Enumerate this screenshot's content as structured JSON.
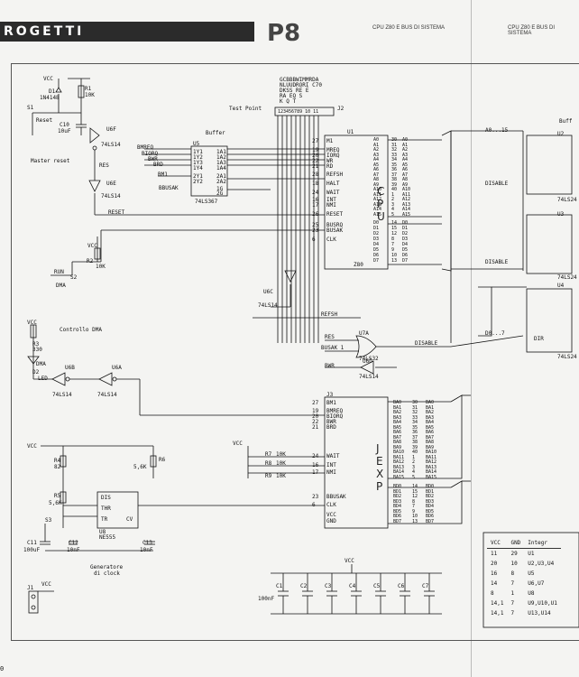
{
  "header": {
    "section": "ROGETTI",
    "page": "P8",
    "running_left": "CPU Z80 E BUS DI SISTEMA",
    "running_right": "CPU Z80 E BUS DI SISTEMA"
  },
  "labels": {
    "vcc": "VCC",
    "d1": "D1",
    "d1_part": "1N4148",
    "r1": "R1",
    "r1_val": "10K",
    "s1": "S1",
    "reset_sw": "Reset",
    "c10": "C10",
    "c10_val": "10uF",
    "u6f": "U6F",
    "u6f_part": "74LS14",
    "res": "RES",
    "master_reset": "Master reset",
    "u6e": "U6E",
    "u6e_part": "74LS14",
    "reset_net": "RESET",
    "buffer": "Buffer",
    "u5": "U5",
    "u5_part": "74LS367",
    "bmreq": "BMREQ",
    "biorq": "BIORQ",
    "bwr": "BWR",
    "brd": "BRD",
    "bm1": "BM1",
    "bbusak": "BBUSAK",
    "u5_1y1": "1Y1",
    "u5_1y2": "1Y2",
    "u5_1y3": "1Y3",
    "u5_1y4": "1Y4",
    "u5_1a1": "1A1",
    "u5_1a2": "1A2",
    "u5_1a3": "1A3",
    "u5_1a4": "1A4",
    "u5_2y1": "2Y1",
    "u5_2y2": "2Y2",
    "u5_2a1": "2A1",
    "u5_2a2": "2A2",
    "u5_1g": "1G",
    "u5_2g": "2G",
    "test_point": "Test Point",
    "j2": "J2",
    "j2_top1": "GCBBBWIMMRDA",
    "j2_top2": "NLUUDRORI C70",
    "j2_top3": "DKSS  RE  E",
    "j2_top4": "RA  EQ S",
    "j2_top5": "K  Q  T",
    "j2_pins": "123456789 10 11",
    "r2": "R2",
    "r2_val": "10K",
    "run": "RUN",
    "s2": "S2",
    "dma": "DMA",
    "u6c": "U6C",
    "u6c_part": "74LS14",
    "u1": "U1",
    "cpu_letters": "CPU",
    "z80": "Z80",
    "refsh": "REFSH",
    "controllo_dma": "Controllo DMA",
    "r3": "R3",
    "r3_val": "330",
    "d2": "D2",
    "d2_part": "LED",
    "dma_label": "DMA",
    "u6b": "U6B",
    "u6b_part": "74LS14",
    "u6a": "U6A",
    "u6a_part": "74LS14",
    "res2": "RES",
    "busak1": "BUSAK 1",
    "u7a": "U7A",
    "u7a_part": "74LS32",
    "disable": "DISABLE",
    "bwr2": "BWR",
    "u6d": "U6D",
    "u6d_part": "74LS14",
    "j3": "J3",
    "exp_letters": "JEXP",
    "r7": "R7",
    "r7_val": "10K",
    "r8": "R8",
    "r8_val": "10K",
    "r9": "R9",
    "r9_val": "10K",
    "r4": "R4",
    "r4_val": "82",
    "r5": "R5",
    "r5_val": "5,6K",
    "r6": "R6",
    "r6_val": "5,6K",
    "s3": "S3",
    "c11": "C11",
    "c11_val": "100uF",
    "c12": "C12",
    "c12_val": "10nF",
    "u8": "U8",
    "u8_part": "NE555",
    "c13": "C13",
    "c13_val": "10nF",
    "dis": "DIS",
    "thr": "THR",
    "tr": "TR",
    "cv": "CV",
    "gen_clock": "Generatore",
    "gen_clock2": "di clock",
    "j1": "J1",
    "c_bank": [
      "C1",
      "C2",
      "C3",
      "C4",
      "C5",
      "C6",
      "C7"
    ],
    "c_bank_val": "100nF",
    "u2": "U2",
    "u3": "U3",
    "u4": "U4",
    "buff_right": "Buff",
    "a0_15": "A0...15",
    "d0_7": "D0...7",
    "disable2": "DISABLE",
    "disable3": "DISABLE",
    "dir": "DIR",
    "u2_part": "74LS24",
    "u3_part": "74LS24",
    "u4_part": "74LS24",
    "page_marker": "0"
  },
  "cpu_left_pins": [
    {
      "num": "27",
      "name": "M1"
    },
    {
      "num": "19",
      "name": "MREQ"
    },
    {
      "num": "20",
      "name": "IORQ"
    },
    {
      "num": "22",
      "name": "WR"
    },
    {
      "num": "21",
      "name": "RD"
    },
    {
      "num": "28",
      "name": "REFSH"
    },
    {
      "num": "18",
      "name": "HALT"
    },
    {
      "num": "24",
      "name": "WAIT"
    },
    {
      "num": "16",
      "name": "INT"
    },
    {
      "num": "17",
      "name": "NMI"
    },
    {
      "num": "26",
      "name": "RESET"
    },
    {
      "num": "25",
      "name": "BUSRQ"
    },
    {
      "num": "23",
      "name": "BUSAK"
    },
    {
      "num": "6",
      "name": "CLK"
    }
  ],
  "cpu_right_pins": [
    {
      "name": "A0",
      "num": "30",
      "net": "A0"
    },
    {
      "name": "A1",
      "num": "31",
      "net": "A1"
    },
    {
      "name": "A2",
      "num": "32",
      "net": "A2"
    },
    {
      "name": "A3",
      "num": "33",
      "net": "A3"
    },
    {
      "name": "A4",
      "num": "34",
      "net": "A4"
    },
    {
      "name": "A5",
      "num": "35",
      "net": "A5"
    },
    {
      "name": "A6",
      "num": "36",
      "net": "A6"
    },
    {
      "name": "A7",
      "num": "37",
      "net": "A7"
    },
    {
      "name": "A8",
      "num": "38",
      "net": "A8"
    },
    {
      "name": "A9",
      "num": "39",
      "net": "A9"
    },
    {
      "name": "A10",
      "num": "40",
      "net": "A10"
    },
    {
      "name": "A11",
      "num": "1",
      "net": "A11"
    },
    {
      "name": "A12",
      "num": "2",
      "net": "A12"
    },
    {
      "name": "A13",
      "num": "3",
      "net": "A13"
    },
    {
      "name": "A14",
      "num": "4",
      "net": "A14"
    },
    {
      "name": "A15",
      "num": "5",
      "net": "A15"
    },
    {
      "name": "D0",
      "num": "14",
      "net": "D0"
    },
    {
      "name": "D1",
      "num": "15",
      "net": "D1"
    },
    {
      "name": "D2",
      "num": "12",
      "net": "D2"
    },
    {
      "name": "D3",
      "num": "8",
      "net": "D3"
    },
    {
      "name": "D4",
      "num": "7",
      "net": "D4"
    },
    {
      "name": "D5",
      "num": "9",
      "net": "D5"
    },
    {
      "name": "D6",
      "num": "10",
      "net": "D6"
    },
    {
      "name": "D7",
      "num": "13",
      "net": "D7"
    }
  ],
  "exp_left_pins": [
    {
      "num": "27",
      "name": "BM1"
    },
    {
      "num": "19",
      "name": "BMREQ"
    },
    {
      "num": "20",
      "name": "BIORQ"
    },
    {
      "num": "22",
      "name": "BWR"
    },
    {
      "num": "21",
      "name": "BRD"
    },
    {
      "num": "24",
      "name": "WAIT"
    },
    {
      "num": "16",
      "name": "INT"
    },
    {
      "num": "17",
      "name": "NMI"
    },
    {
      "num": "23",
      "name": "BBUSAK"
    },
    {
      "num": "6",
      "name": "CLK"
    },
    {
      "num": "",
      "name": "VCC"
    },
    {
      "num": "",
      "name": "GND"
    }
  ],
  "exp_right_pins": [
    {
      "name": "BA0",
      "num": "30",
      "net": "BA0"
    },
    {
      "name": "BA1",
      "num": "31",
      "net": "BA1"
    },
    {
      "name": "BA2",
      "num": "32",
      "net": "BA2"
    },
    {
      "name": "BA3",
      "num": "33",
      "net": "BA3"
    },
    {
      "name": "BA4",
      "num": "34",
      "net": "BA4"
    },
    {
      "name": "BA5",
      "num": "35",
      "net": "BA5"
    },
    {
      "name": "BA6",
      "num": "36",
      "net": "BA6"
    },
    {
      "name": "BA7",
      "num": "37",
      "net": "BA7"
    },
    {
      "name": "BA8",
      "num": "38",
      "net": "BA8"
    },
    {
      "name": "BA9",
      "num": "39",
      "net": "BA9"
    },
    {
      "name": "BA10",
      "num": "40",
      "net": "BA10"
    },
    {
      "name": "BA11",
      "num": "1",
      "net": "BA11"
    },
    {
      "name": "BA12",
      "num": "2",
      "net": "BA12"
    },
    {
      "name": "BA13",
      "num": "3",
      "net": "BA13"
    },
    {
      "name": "BA14",
      "num": "4",
      "net": "BA14"
    },
    {
      "name": "BA15",
      "num": "5",
      "net": "BA15"
    },
    {
      "name": "BD0",
      "num": "14",
      "net": "BD0"
    },
    {
      "name": "BD1",
      "num": "15",
      "net": "BD1"
    },
    {
      "name": "BD2",
      "num": "12",
      "net": "BD2"
    },
    {
      "name": "BD3",
      "num": "8",
      "net": "BD3"
    },
    {
      "name": "BD4",
      "num": "7",
      "net": "BD4"
    },
    {
      "name": "BD5",
      "num": "9",
      "net": "BD5"
    },
    {
      "name": "BD6",
      "num": "10",
      "net": "BD6"
    },
    {
      "name": "BD7",
      "num": "13",
      "net": "BD7"
    }
  ],
  "power_table": {
    "headers": [
      "VCC",
      "GND",
      "Integr"
    ],
    "rows": [
      [
        "11",
        "29",
        "U1"
      ],
      [
        "20",
        "10",
        "U2,U3,U4"
      ],
      [
        "16",
        "8",
        "U5"
      ],
      [
        "14",
        "7",
        "U6,U7"
      ],
      [
        "8",
        "1",
        "U8"
      ],
      [
        "14,1",
        "7",
        "U9,U10,U1"
      ],
      [
        "14,1",
        "7",
        "U13,U14"
      ]
    ]
  }
}
